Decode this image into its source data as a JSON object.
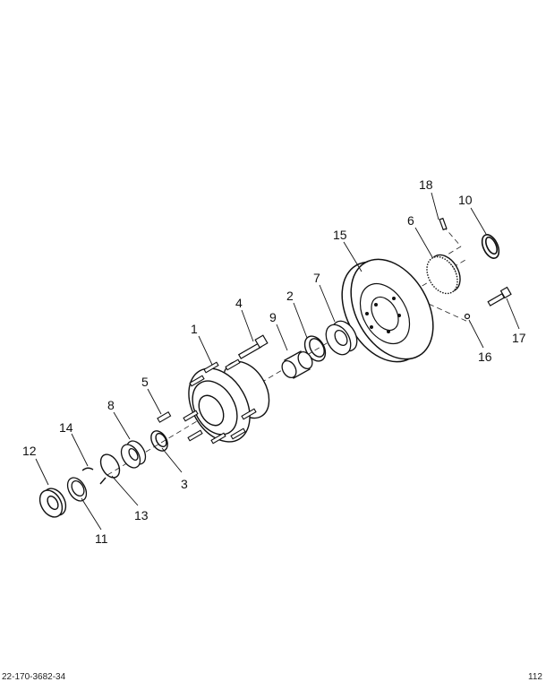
{
  "diagram": {
    "callouts": [
      "1",
      "2",
      "3",
      "4",
      "5",
      "6",
      "7",
      "8",
      "9",
      "10",
      "11",
      "12",
      "13",
      "14",
      "15",
      "16",
      "17",
      "18"
    ]
  },
  "footer": {
    "drawing_number": "22-170-3682-34",
    "page_mark": "112"
  }
}
